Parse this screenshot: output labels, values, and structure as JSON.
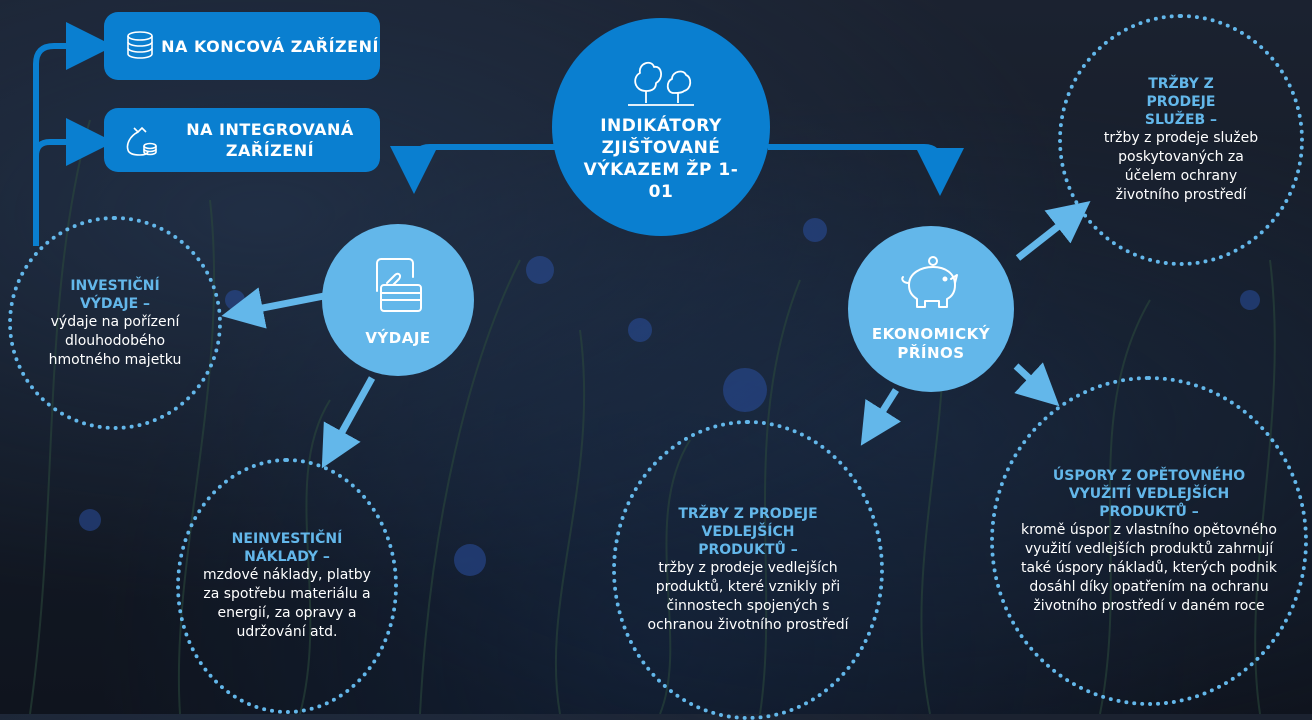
{
  "colors": {
    "primary_blue": "#0a7fd0",
    "light_blue": "#63b7ea",
    "background": "#141b27",
    "text_white": "#ffffff"
  },
  "main": {
    "title": "INDIKÁTORY ZJIŠŤOVANÉ VÝKAZEM ŽP 1-01",
    "icon": "trees-icon"
  },
  "vydaje": {
    "label": "VÝDAJE",
    "icon": "card-payment-icon"
  },
  "ekonomicky": {
    "label": "EKONOMICKÝ PŘÍNOS",
    "icon": "piggy-bank-icon"
  },
  "pills": {
    "koncova": {
      "label": "NA KONCOVÁ ZAŘÍZENÍ",
      "icon": "coins-stack-icon"
    },
    "integrovana": {
      "label": "NA INTEGROVANÁ ZAŘÍZENÍ",
      "icon": "money-bag-icon"
    }
  },
  "investicni": {
    "head": "INVESTIČNÍ VÝDAJE –",
    "body": "výdaje na pořízení dlouhodobého hmotného majetku"
  },
  "neinvesticni": {
    "head": "NEINVESTIČNÍ NÁKLADY –",
    "body": "mzdové náklady, platby za spotřebu materiálu a energií, za opravy a udržování atd."
  },
  "trzby_sluzeb": {
    "head": "TRŽBY Z PRODEJE SLUŽEB –",
    "body": "tržby z prodeje služeb poskytovaných za účelem ochrany životního prostředí"
  },
  "trzby_vedlejsich": {
    "head": "TRŽBY Z PRODEJE VEDLEJŠÍCH PRODUKTŮ –",
    "body": "tržby z prodeje vedlejších produktů, které vznikly při činnostech spojených s ochranou životního prostředí"
  },
  "uspory": {
    "head": "ÚSPORY Z OPĚTOVNÉHO VYUŽITÍ VEDLEJŠÍCH PRODUKTŮ –",
    "body": "kromě úspor z vlastního opětovného využití vedlejších produktů zahrnují také úspory nákladů, kterých podnik dosáhl díky opatřením na ochranu životního prostředí v daném roce"
  }
}
